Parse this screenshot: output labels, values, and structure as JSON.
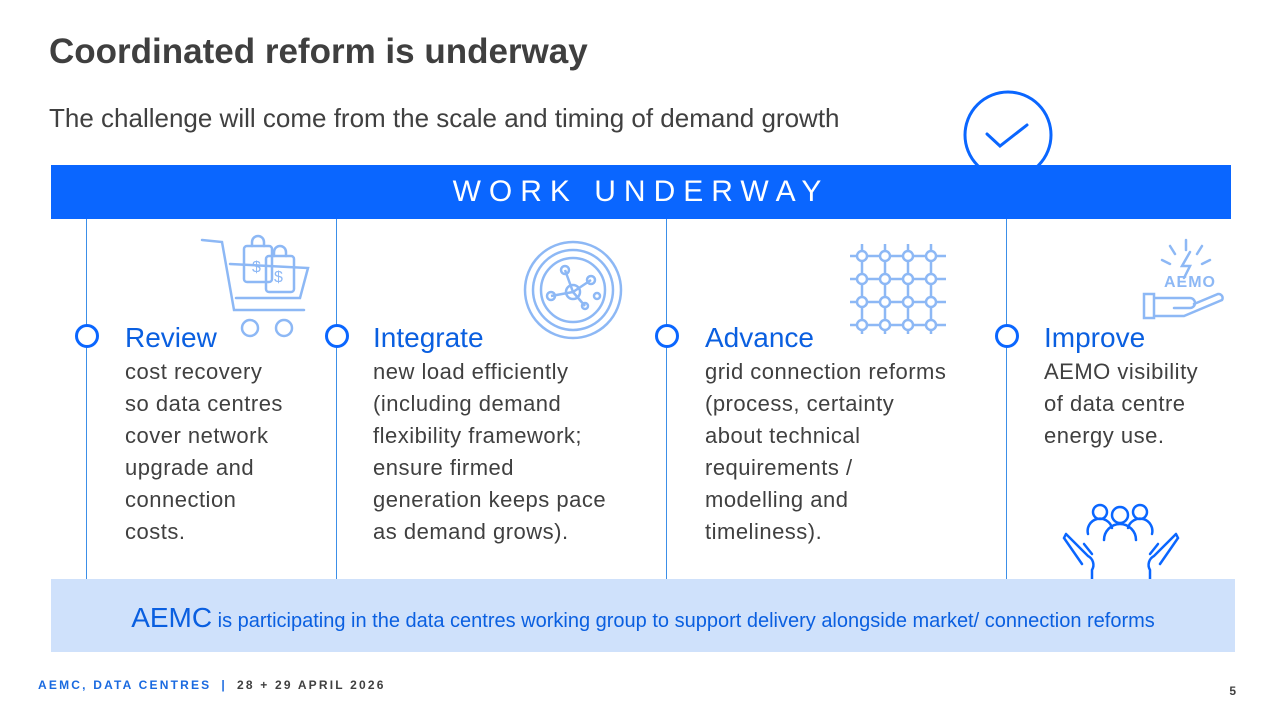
{
  "title": "Coordinated reform is underway",
  "subtitle": "The challenge will come from the scale and timing of demand growth",
  "banner": "WORK UNDERWAY",
  "columns": [
    {
      "heading": "Review",
      "lines": [
        "cost recovery",
        "so data centres",
        "cover network",
        "upgrade and",
        "connection",
        "costs."
      ],
      "icon": "shopping-cart-icon"
    },
    {
      "heading": "Integrate",
      "lines": [
        "new load efficiently",
        "(including demand",
        "flexibility framework;",
        "ensure firmed",
        "generation keeps pace",
        "as demand grows)."
      ],
      "icon": "network-node-icon"
    },
    {
      "heading": "Advance",
      "lines": [
        "grid connection reforms",
        "(process, certainty",
        "about technical",
        "requirements /",
        "modelling and",
        "timeliness)."
      ],
      "icon": "grid-icon"
    },
    {
      "heading": "Improve",
      "lines": [
        "AEMO visibility",
        "of data centre",
        "energy use."
      ],
      "icon": "hand-energy-icon",
      "icon_text": "AEMO"
    }
  ],
  "bottom": {
    "strong": "AEMC",
    "rest": " is participating in the data centres working group to support delivery alongside market/ connection reforms"
  },
  "footer": {
    "org": "AEMC, DATA CENTRES",
    "sep": "|",
    "date": "28 + 29 APRIL 2026"
  },
  "page_number": "5",
  "colors": {
    "accent": "#0a66ff",
    "light": "#cfe1fb",
    "icon": "#8db8f5"
  }
}
